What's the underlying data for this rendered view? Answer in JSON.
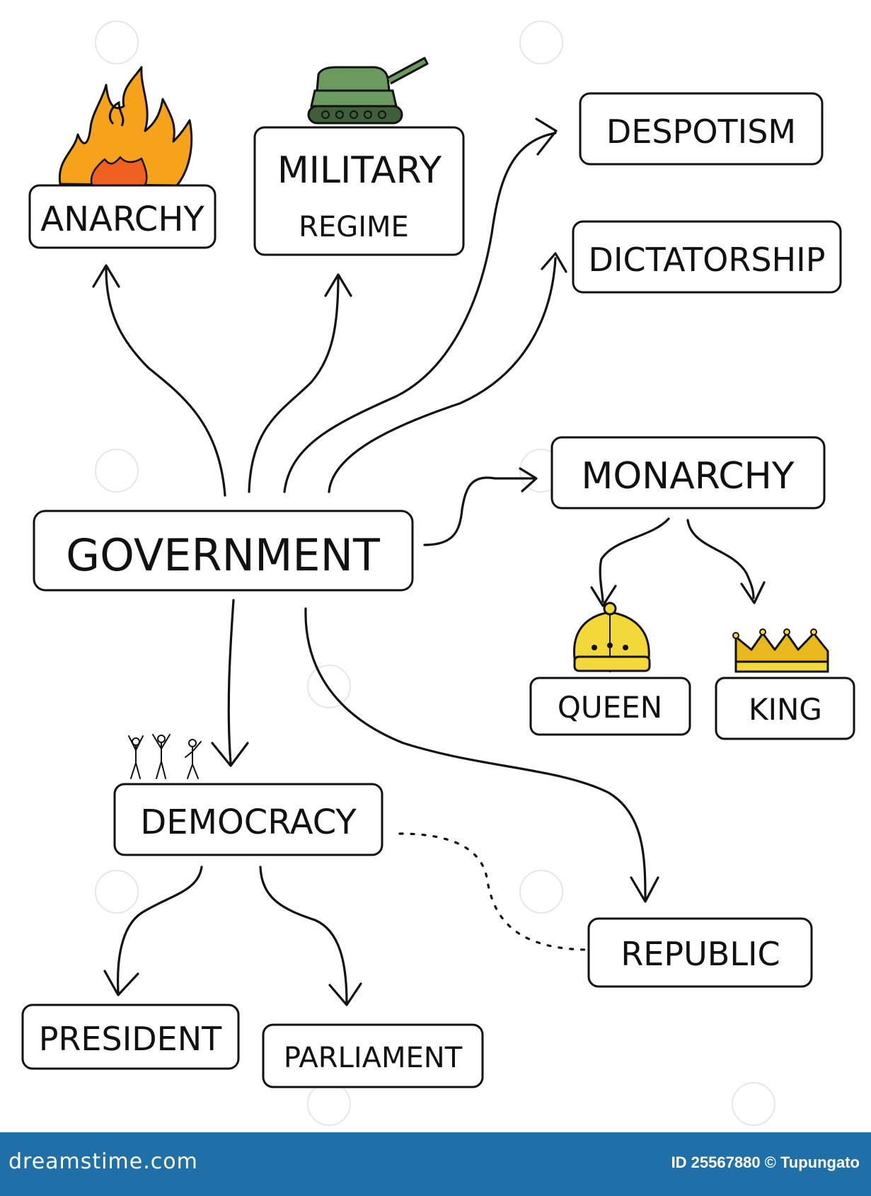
{
  "diagram": {
    "nodes": {
      "government": "GOVERNMENT",
      "anarchy": "ANARCHY",
      "military_line1": "MILITARY",
      "military_line2": "REGIME",
      "despotism": "DESPOTISM",
      "dictatorship": "DICTATORSHIP",
      "monarchy": "MONARCHY",
      "queen": "QUEEN",
      "king": "KING",
      "democracy": "DEMOCRACY",
      "republic": "REPUBLIC",
      "president": "PRESIDENT",
      "parliament": "PARLIAMENT"
    },
    "icons": [
      "fire-icon",
      "tank-icon",
      "queen-crown-icon",
      "king-crown-icon",
      "people-icon"
    ],
    "colors": {
      "fire_outer": "#f7a21b",
      "fire_inner": "#f06020",
      "tank": "#6a9a5e",
      "crown": "#f3d83a",
      "footer": "#1f6fa8"
    }
  },
  "footer": {
    "brand": "dreamstime.com",
    "credit": "ID 25567880 © Tupungato"
  }
}
